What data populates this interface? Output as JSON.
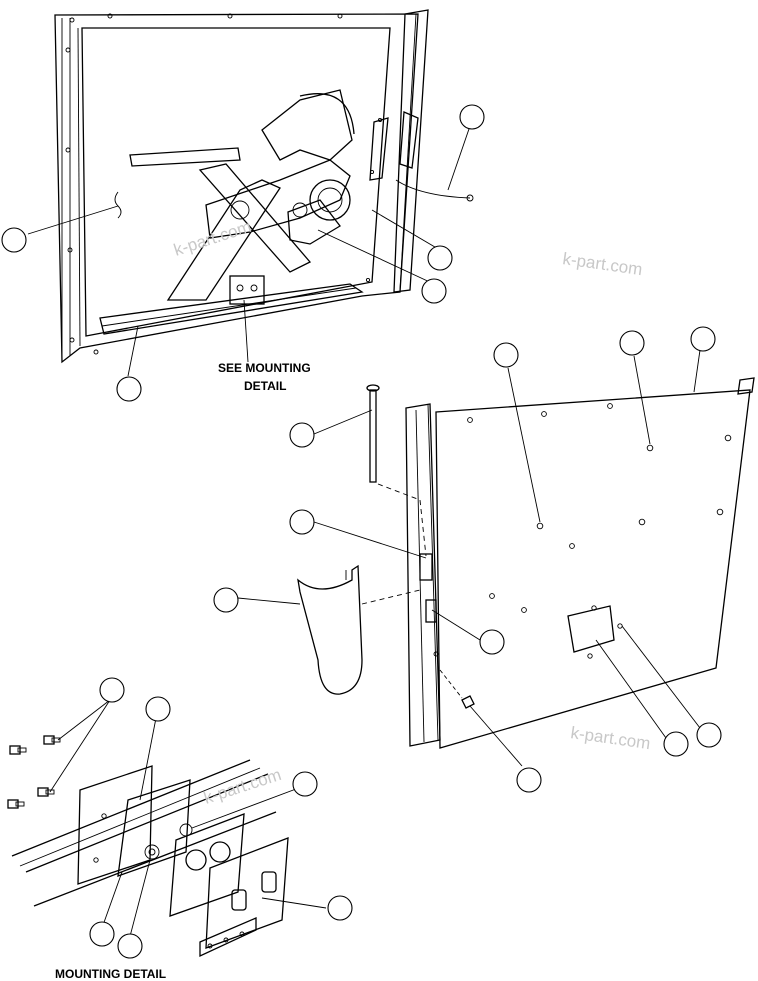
{
  "labels": {
    "see_mounting_line1": "SEE MOUNTING",
    "see_mounting_line2": "DETAIL",
    "mounting_detail": "MOUNTING DETAIL"
  },
  "watermark": {
    "text": "k-part.com",
    "color": "#c8c8c8"
  },
  "line_color": "#000000"
}
